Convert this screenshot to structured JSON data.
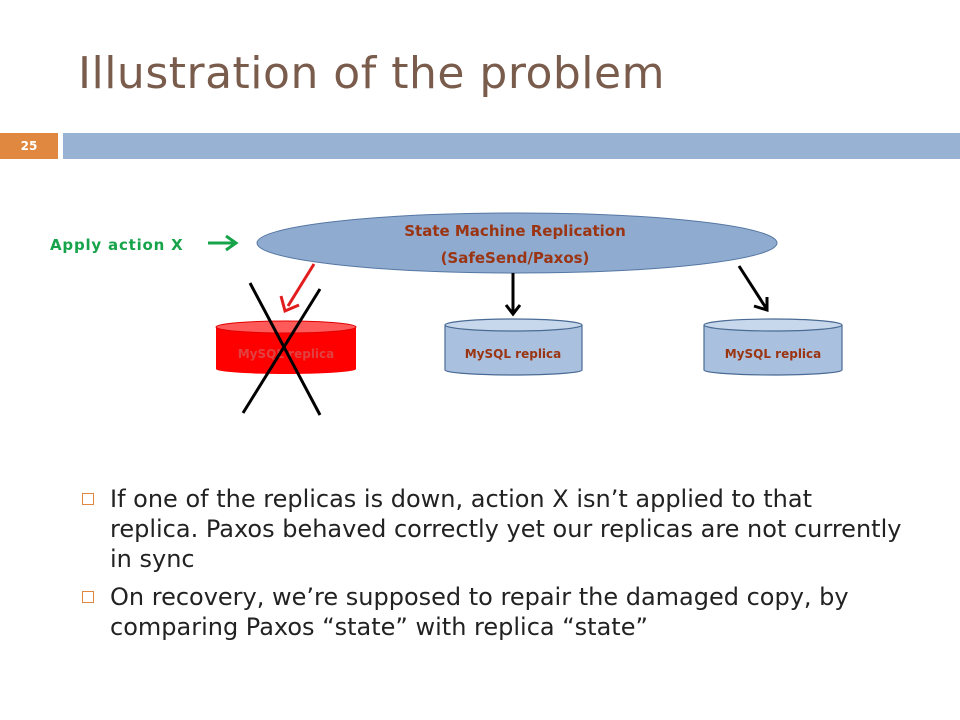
{
  "slide": {
    "title": "Illustration of the problem",
    "slide_number": "25"
  },
  "diagram": {
    "apply_label": "Apply action X",
    "smr_line1": "State Machine Replication",
    "smr_line2": "(SafeSend/Paxos)",
    "replicas": [
      {
        "label": "MySQL replica",
        "status": "down"
      },
      {
        "label": "MySQL replica",
        "status": "up"
      },
      {
        "label": "MySQL replica",
        "status": "up"
      }
    ],
    "colors": {
      "ellipse_fill": "#8fabcf",
      "ellipse_text": "#9a3412",
      "replica_up": "#a9c1de",
      "replica_down": "#ff0000",
      "down_arrow": "#e11d1d",
      "ok_arrow": "#000000",
      "apply_color": "#16a34a",
      "accent": "#e0883f"
    }
  },
  "bullets": [
    "If one of the replicas is down, action X isn’t applied to that replica.  Paxos behaved correctly yet our replicas are not currently in sync",
    "On recovery, we’re supposed to repair the damaged copy, by comparing Paxos “state” with replica “state”"
  ]
}
